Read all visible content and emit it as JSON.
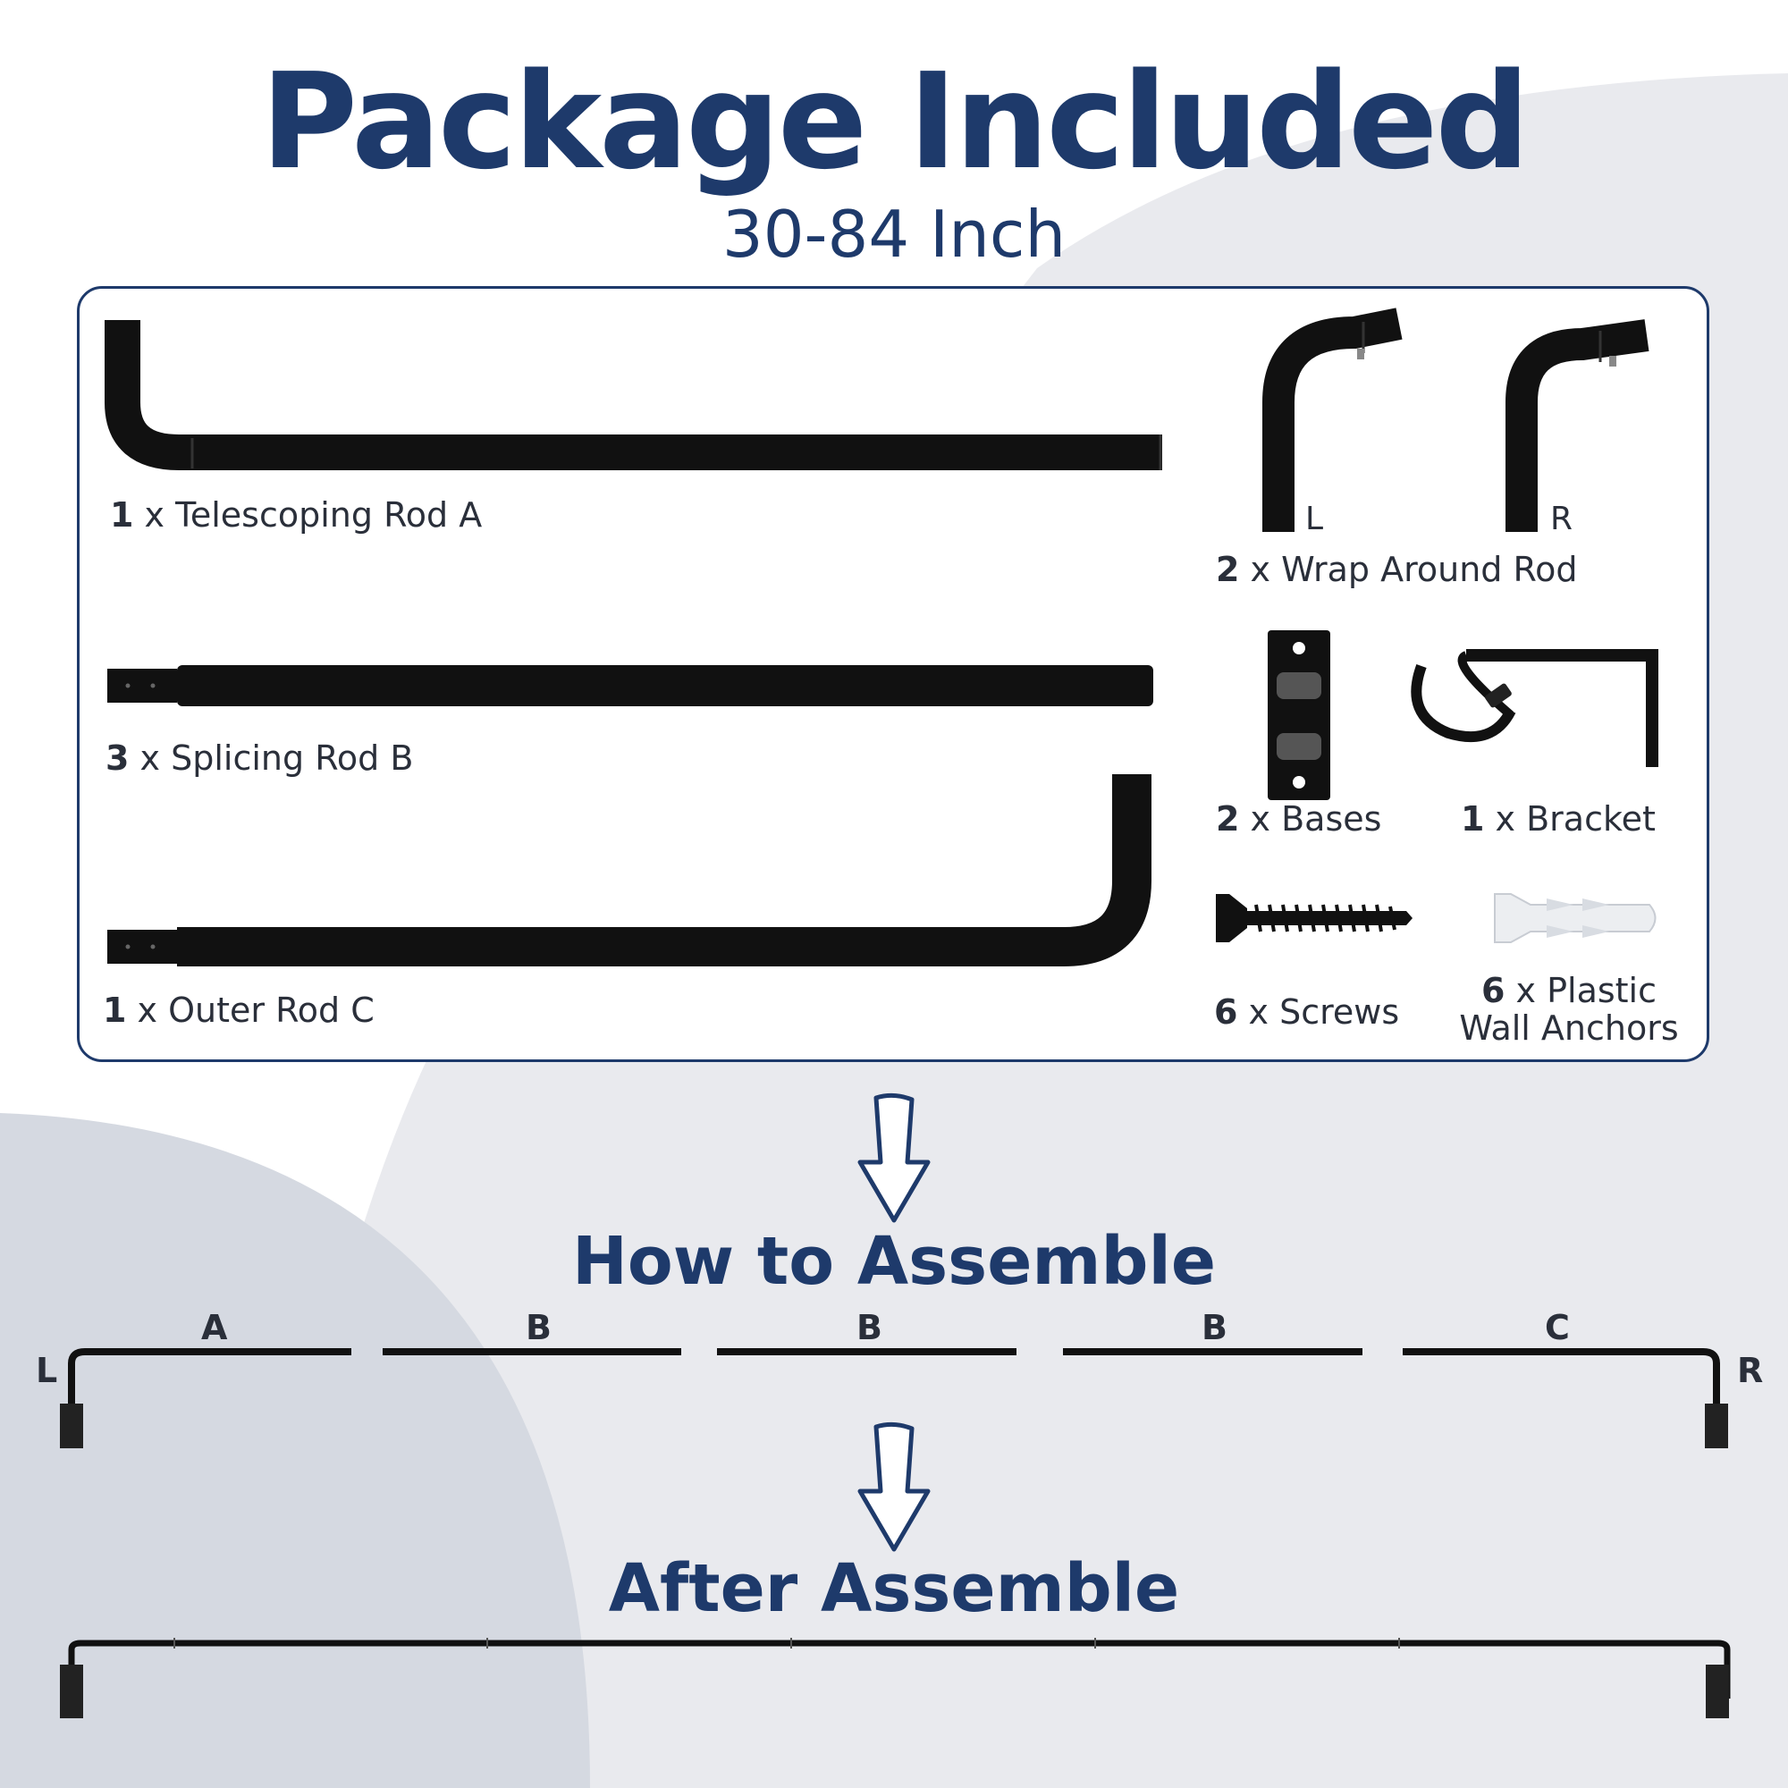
{
  "header": {
    "title": "Package Included",
    "subtitle": "30-84 Inch"
  },
  "parts": [
    {
      "qty": "1",
      "name": "x Telescoping Rod A"
    },
    {
      "qty": "3",
      "name": "x Splicing Rod B"
    },
    {
      "qty": "1",
      "name": "x Outer Rod C"
    },
    {
      "qty": "2",
      "name": "x Wrap Around Rod",
      "side_labels": [
        "L",
        "R"
      ]
    },
    {
      "qty": "2",
      "name": "x Bases"
    },
    {
      "qty": "1",
      "name": "x Bracket"
    },
    {
      "qty": "6",
      "name": "x Screws"
    },
    {
      "qty": "6",
      "name": "x Plastic",
      "name_line2": "Wall Anchors"
    }
  ],
  "assemble": {
    "title": "How to Assemble",
    "segments": [
      "A",
      "B",
      "B",
      "B",
      "C"
    ],
    "end_left": "L",
    "end_right": "R"
  },
  "after": {
    "title": "After Assemble"
  },
  "colors": {
    "brand": "#1e3a6b",
    "text": "#2a2f3a",
    "background_shape": "#e9eaee",
    "background_shape_dark": "#d5d9e1",
    "rod": "#111111"
  }
}
